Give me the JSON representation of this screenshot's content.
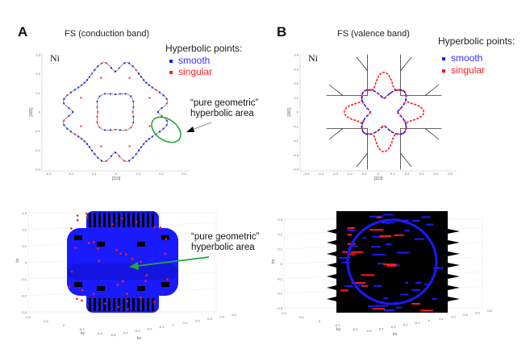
{
  "panels": {
    "A": {
      "letter": "A",
      "title": "FS (conduction band)"
    },
    "B": {
      "letter": "B",
      "title": "FS (valence band)"
    }
  },
  "legend": {
    "title": "Hyperbolic points:",
    "smooth": "smooth",
    "singular": "singular"
  },
  "annotations": {
    "A_top": {
      "line1": "“pure geometric”",
      "line2": "hyperbolic area"
    },
    "A_bottom": {
      "line1": "“pure geometric”",
      "line2": "hyperbolic area"
    }
  },
  "colors": {
    "smooth": "#1a1aff",
    "singular": "#ff1a1a",
    "highlight": "#1faa3a",
    "surface": "#000000"
  },
  "chart_data": [
    {
      "id": "A-2D",
      "type": "scatter",
      "title": "FS (conduction band)",
      "material": "Ni",
      "xlabel": "[110]",
      "ylabel": "[001]",
      "xlim": [
        -0.35,
        0.35
      ],
      "ylim": [
        -0.3,
        0.3
      ],
      "xticks": [
        "-0.3",
        "-0.2",
        "-0.1",
        "0",
        "0.1",
        "0.2",
        "0.3"
      ],
      "yticks": [
        "0.3",
        "0.2",
        "0.1",
        "0",
        "-0.1",
        "-0.2",
        "-0.3"
      ],
      "series": [
        {
          "name": "smooth",
          "color": "#1a1aff"
        },
        {
          "name": "singular",
          "color": "#ff1a1a"
        }
      ],
      "legend": "top-right"
    },
    {
      "id": "B-2D",
      "type": "scatter",
      "title": "FS (valence band)",
      "material": "Ni",
      "xlabel": "[110]",
      "ylabel": "[001]",
      "xlim": [
        -0.5,
        0.5
      ],
      "ylim": [
        -0.4,
        0.4
      ],
      "xticks": [
        "-0.5",
        "-0.4",
        "-0.3",
        "-0.2",
        "-0.1",
        "0",
        "0.1",
        "0.2",
        "0.3",
        "0.4",
        "0.5"
      ],
      "yticks": [
        "0.4",
        "0.3",
        "0.2",
        "0.1",
        "0",
        "-0.1",
        "-0.2",
        "-0.3",
        "-0.4"
      ],
      "series": [
        {
          "name": "smooth",
          "color": "#1a1aff"
        },
        {
          "name": "singular",
          "color": "#ff1a1a"
        }
      ],
      "legend": "top-right"
    },
    {
      "id": "A-3D",
      "type": "scatter",
      "xlabel": "kx",
      "ylabel": "ky",
      "zlabel": "kz",
      "zticks": [
        "0.3",
        "0.2",
        "0.1",
        "0",
        "-0.1",
        "-0.2",
        "-0.3"
      ],
      "yticks": [
        "0.4",
        "0.2",
        "0",
        "-0.2",
        "-0.4"
      ],
      "xticks": [
        "-0.5",
        "-0.4",
        "-0.3",
        "-0.2",
        "-0.1",
        "0",
        "0.1",
        "0.2",
        "0.3",
        "0.4",
        "0.5"
      ]
    },
    {
      "id": "B-3D",
      "type": "scatter",
      "xlabel": "kx",
      "ylabel": "ky",
      "zlabel": "kz",
      "zticks": [
        "0.3",
        "0.2",
        "0.1",
        "0",
        "-0.1",
        "-0.2",
        "-0.3"
      ],
      "yticks": [
        "0.4",
        "0.2",
        "0",
        "-0.2",
        "-0.4"
      ],
      "xticks": [
        "-0.5",
        "-0.4",
        "-0.3",
        "-0.2",
        "-0.1",
        "0",
        "0.1",
        "0.2",
        "0.3",
        "0.4",
        "0.5"
      ]
    }
  ]
}
